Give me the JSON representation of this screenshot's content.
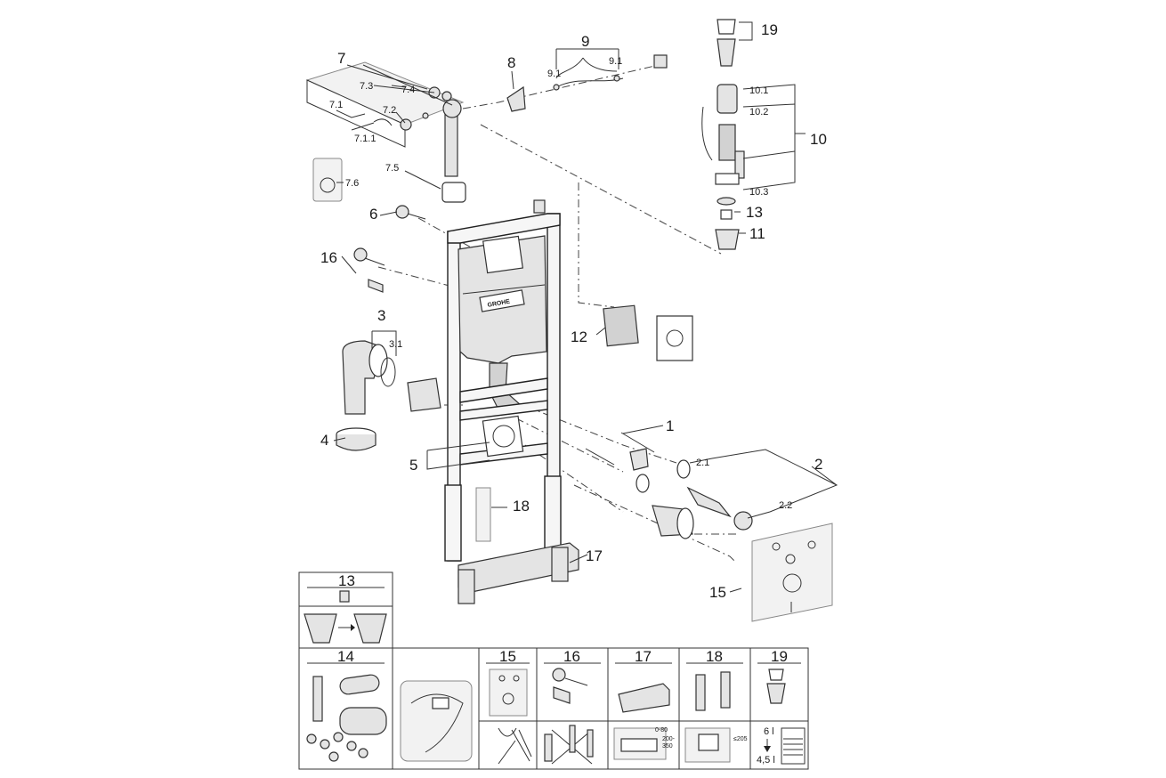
{
  "brand": "GROHE",
  "callouts": {
    "c1": "1",
    "c2": "2",
    "c2_1": "2.1",
    "c2_2": "2.2",
    "c3": "3",
    "c3_1": "3.1",
    "c4": "4",
    "c5": "5",
    "c6": "6",
    "c7": "7",
    "c7_1": "7.1",
    "c7_1_1": "7.1.1",
    "c7_2": "7.2",
    "c7_3": "7.3",
    "c7_4": "7.4",
    "c7_5": "7.5",
    "c7_6": "7.6",
    "c8": "8",
    "c9": "9",
    "c9_1a": "9.1",
    "c9_1b": "9.1",
    "c10": "10",
    "c10_1": "10.1",
    "c10_2": "10.2",
    "c10_3": "10.3",
    "c11": "11",
    "c12": "12",
    "c13": "13",
    "c15": "15",
    "c16": "16",
    "c17": "17",
    "c18": "18",
    "c19": "19"
  },
  "detail_tables": {
    "t13_header": "13",
    "t14_header": "14",
    "t15_header": "15",
    "t16_header": "16",
    "t17_header": "17",
    "t18_header": "18",
    "t19_header": "19"
  },
  "dimensions": {
    "d17_top": "0-80",
    "d17_range_a": "200-",
    "d17_range_b": "350",
    "d18_max": "≤205",
    "d19_top": "6 l",
    "d19_bottom": "4,5 l"
  },
  "colors": {
    "line": "#333333",
    "fill_light": "#e4e4e4",
    "fill_mid": "#d2d2d2"
  }
}
